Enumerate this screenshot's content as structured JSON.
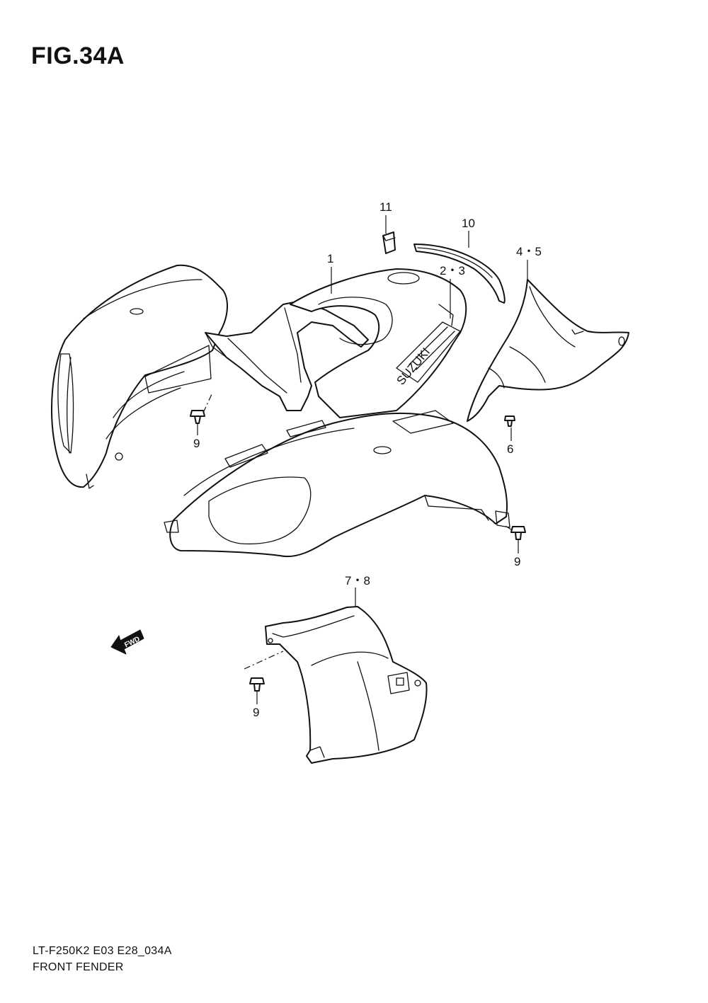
{
  "figure": {
    "title": "FIG.34A"
  },
  "footer": {
    "model_code": "LT-F250K2 E03 E28_034A",
    "section_name": "FRONT FENDER"
  },
  "callouts": {
    "c1": "1",
    "c23": "2・3",
    "c45": "4・5",
    "c6": "6",
    "c78": "7・8",
    "c9a": "9",
    "c9b": "9",
    "c9c": "9",
    "c10": "10",
    "c11": "11"
  },
  "fwd_arrow": {
    "label": "FWD"
  },
  "decal": {
    "brand": "SUZUKI"
  }
}
